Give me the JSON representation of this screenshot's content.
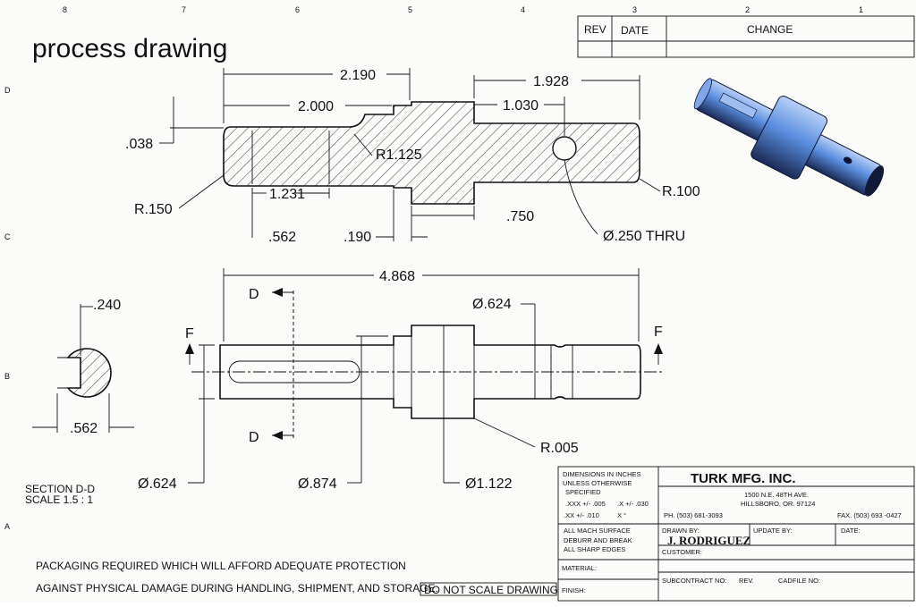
{
  "title": "process drawing",
  "zone_numbers": [
    "8",
    "7",
    "6",
    "5",
    "4",
    "3",
    "2",
    "1"
  ],
  "zone_letters": [
    "D",
    "C",
    "B",
    "A"
  ],
  "revision_block": {
    "rev": "REV",
    "date": "DATE",
    "change": "CHANGE"
  },
  "top_view_dims": {
    "overall_left": "2.190",
    "right_len": "1.928",
    "left_len": "2.000",
    "hole_pos": "1.030",
    "chamfer": ".038",
    "fillet_large": "R1.125",
    "fillet_left": "R.150",
    "flat_len": "1.231",
    "flat_start": ".562",
    "groove": ".190",
    "collar": ".750",
    "fillet_right": "R.100",
    "hole": "Ø.250 THRU"
  },
  "front_view_dims": {
    "overall": "4.868",
    "dia_right": "Ø.624",
    "dia_left": "Ø.624",
    "dia_mid": "Ø.874",
    "dia_collar": "Ø1.122",
    "fillet": "R.005",
    "section_mark": "D",
    "view_mark": "F"
  },
  "section_view": {
    "depth": ".240",
    "width": ".562",
    "label_line1": "SECTION D-D",
    "label_line2": "SCALE 1.5 : 1"
  },
  "notes": {
    "packaging_1": "PACKAGING REQUIRED WHICH WILL AFFORD ADEQUATE PROTECTION",
    "packaging_2": "AGAINST PHYSICAL DAMAGE DURING HANDLING, SHIPMENT, AND STORAGE.",
    "do_not_scale": "DO NOT SCALE DRAWING"
  },
  "title_block": {
    "dims_1": "DIMENSIONS IN INCHES",
    "dims_2": "UNLESS OTHERWISE",
    "dims_3": "SPECIFIED",
    "tol_xxx": ".XXX +/- .005",
    "tol_x": ".X +/- .030",
    "tol_xx": ".XX +/- .010",
    "tol_ang": "X °",
    "surface": "ALL MACH SURFACE",
    "deburr": "DEBURR AND BREAK",
    "edges": "ALL SHARP EDGES",
    "material": "MATERIAL:",
    "finish": "FINISH:",
    "company": "TURK MFG. INC.",
    "address_1": "1500 N.E. 48TH AVE.",
    "address_2": "HILLSBORO, OR. 97124",
    "phone": "PH. (503) 681-3093",
    "fax": "FAX. (503) 693 -0427",
    "drawn_by_label": "DRAWN BY:",
    "drawn_by": "J. RODRIGUEZ",
    "update_by": "UPDATE BY:",
    "date": "DATE:",
    "customer": "CUSTOMER:",
    "subcontract": "SUBCONTRACT NO:",
    "rev": "REV.",
    "cadfile": "CADFILE NO:"
  },
  "colors": {
    "part_blue": "#5b8fe0",
    "part_dark": "#1a2a55",
    "ink": "#111111"
  }
}
